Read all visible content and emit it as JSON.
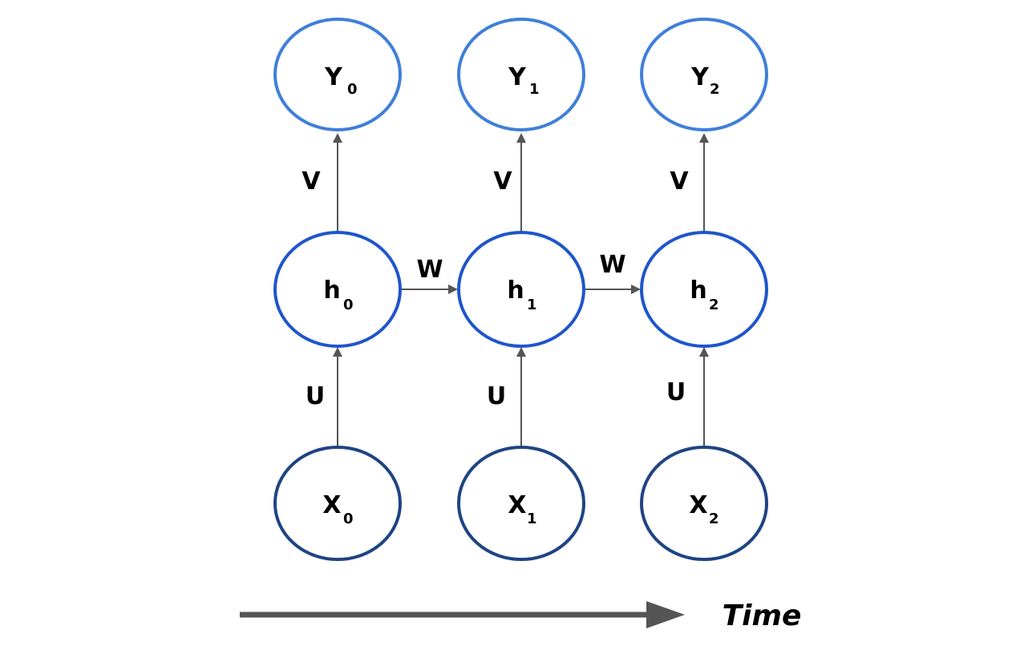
{
  "nodes": {
    "outputs": [
      {
        "base": "Y",
        "sub": "0"
      },
      {
        "base": "Y",
        "sub": "1"
      },
      {
        "base": "Y",
        "sub": "2"
      }
    ],
    "hidden": [
      {
        "base": "h",
        "sub": "0"
      },
      {
        "base": "h",
        "sub": "1"
      },
      {
        "base": "h",
        "sub": "2"
      }
    ],
    "inputs": [
      {
        "base": "X",
        "sub": "0"
      },
      {
        "base": "X",
        "sub": "1"
      },
      {
        "base": "X",
        "sub": "2"
      }
    ]
  },
  "edges": {
    "output_weight": "V",
    "recurrent_weight": "W",
    "input_weight": "U"
  },
  "time_axis": {
    "label": "Time"
  },
  "colors": {
    "output_ring": "#3f7fd9",
    "hidden_ring": "#1f55cc",
    "input_ring": "#1f4483",
    "arrow": "#555555",
    "time_arrow": "#555555"
  }
}
